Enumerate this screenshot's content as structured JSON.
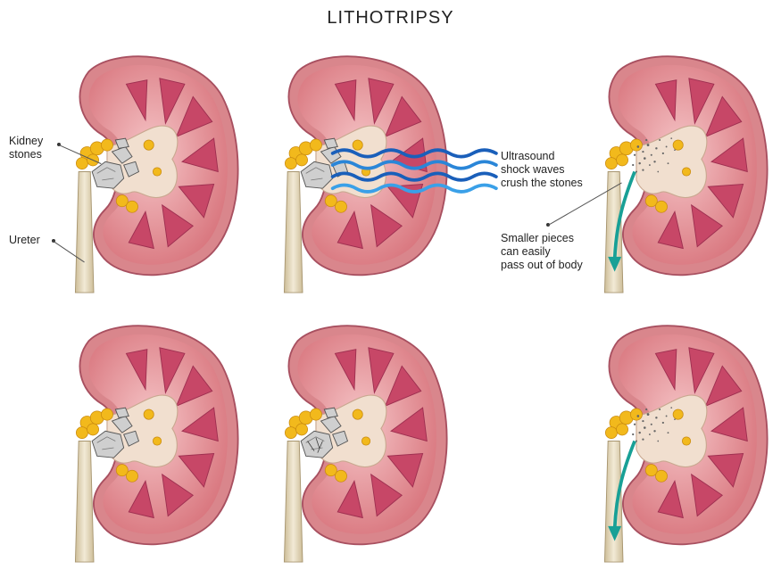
{
  "title": "LITHOTRIPSY",
  "labels": {
    "kidney_stones": "Kidney\nstones",
    "ureter": "Ureter",
    "ultrasound": "Ultrasound\nshock waves\ncrush the stones",
    "smaller_pieces": "Smaller pieces\ncan easily\npass out  of body"
  },
  "colors": {
    "capsule": "#d98a8a",
    "cortex": "#e8a0a8",
    "medulla": "#c94a6a",
    "pelvis": "#f0dccc",
    "fat": "#f0b820",
    "ureter": "#e8dcc0",
    "stone": "#c8c8c8",
    "wave": "#1e6fc8",
    "arrow": "#1aa29a"
  }
}
